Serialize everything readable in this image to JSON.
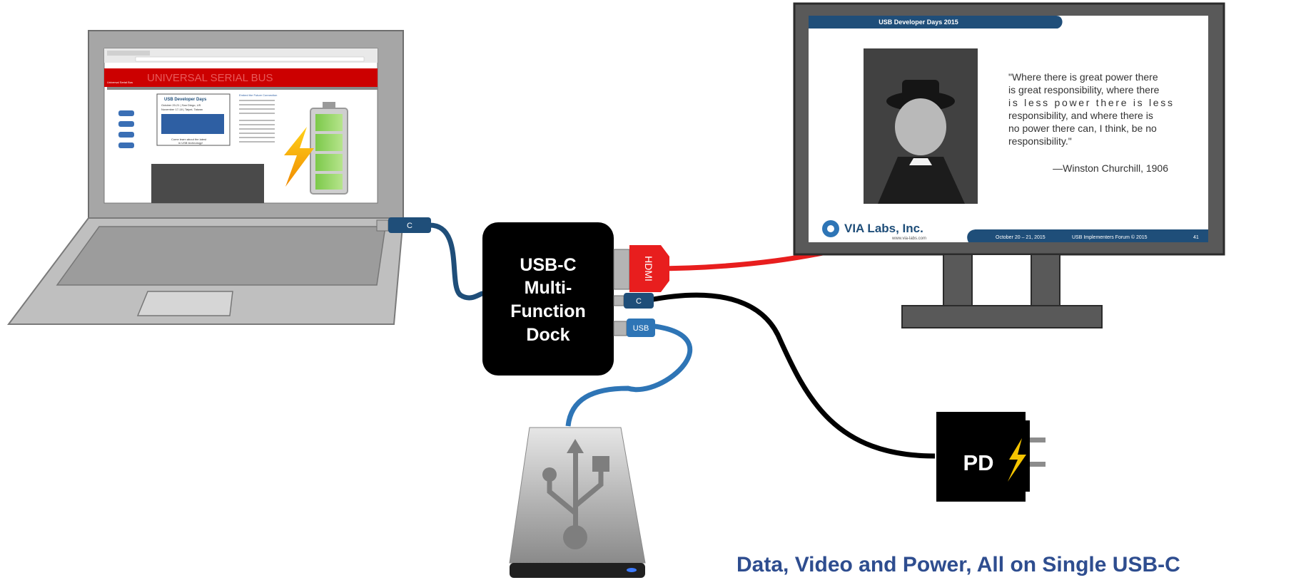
{
  "laptop": {
    "browser": {
      "banner_title": "UNIVERSAL SERIAL BUS",
      "banner_subtitle": "Universal Serial Bus",
      "card_title": "USB  Developer Days",
      "card_line1": "October 20-21 | San Diego, US",
      "card_line2": "November 17-18 | Taipei, Taiwan",
      "card_link_line1": "Come learn about the latest",
      "card_link_line2": "in USB technology!",
      "side_heading": "Embed the Future Connection"
    },
    "port_label": "C"
  },
  "dock": {
    "label_lines": [
      "USB-C",
      "Multi-",
      "Function",
      "Dock"
    ],
    "hdmi_label": "HDMI",
    "c_label": "C",
    "usb_label": "USB"
  },
  "monitor": {
    "slide_header": "USB Developer Days 2015",
    "quote_lines": [
      "\"Where there is great power there",
      "is great responsibility, where there",
      "is less power there is less",
      "responsibility, and where there is",
      "no power there can, I think, be no",
      "responsibility.\""
    ],
    "attribution": "—Winston Churchill, 1906",
    "logo_text": "VIA Labs, Inc.",
    "logo_url": "www.via-labs.com",
    "footer_date": "October 20 – 21, 2015",
    "footer_forum": "USB Implementers Forum © 2015",
    "footer_page": "41"
  },
  "charger": {
    "label": "PD"
  },
  "caption": "Data, Video and Power, All on Single USB-C",
  "colors": {
    "usb_blue": "#1f4e79",
    "usb_light_blue": "#2e75b6",
    "hdmi_red": "#e81e1e",
    "power_black": "#000000",
    "bolt_yellow": "#f5c400",
    "caption_blue": "#2e4d8f"
  }
}
